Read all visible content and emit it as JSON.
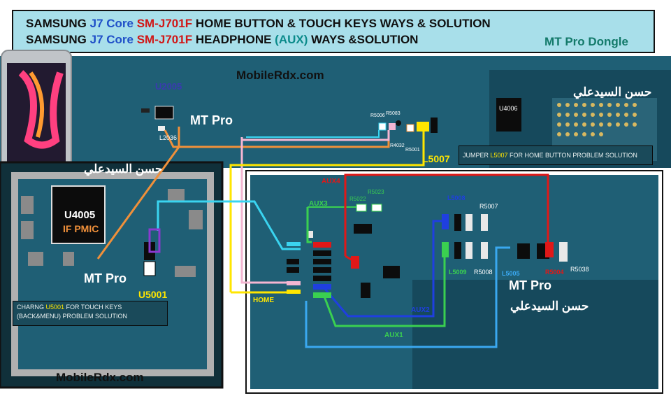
{
  "title_line1": {
    "prefix": "SAMSUNG ",
    "model": "J7 Core ",
    "code": "SM-J701F",
    "rest": " HOME BUTTON & TOUCH KEYS WAYS & SOLUTION"
  },
  "title_line2": {
    "prefix": "SAMSUNG ",
    "model": "J7 Core ",
    "code": "SM-J701F",
    "rest": " HEADPHONE ",
    "aux": "(AUX)",
    "tail": " WAYS &SOLUTION"
  },
  "brand": "MT Pro Dongle",
  "watermark": "MobileRdx.com",
  "mtpro": "MT Pro",
  "arabic_name": "حسن السيدعلي",
  "chips": {
    "u2005": "U2005",
    "u4006": "U4006",
    "u4005": "U4005",
    "if_pmic": "IF PMIC",
    "u5001": "U5001"
  },
  "parts": {
    "l2036": "L2036",
    "r5006": "R5006",
    "r5083": "R5083",
    "r4032": "R4032",
    "r5001": "R5001",
    "l5007": "L5007",
    "r5022": "R5022",
    "r5023": "R5023",
    "l5008": "L5008",
    "r5007": "R5007",
    "l5009": "L5009",
    "r5008": "R5008",
    "l5005": "L5005",
    "r5004": "R5004",
    "r5038": "R5038"
  },
  "nets": {
    "aux1": "AUX1",
    "aux2": "AUX2",
    "aux3": "AUX3",
    "aux4": "AUX4",
    "home": "HOME"
  },
  "note_home": {
    "pre": "JUMPER ",
    "part": "L5007",
    "post": " FOR HOME BUTTON PROBLEM SOLUTION"
  },
  "note_touch": {
    "pre": "CHARNG ",
    "part": "U5001",
    "post": " FOR TOUCH KEYS",
    "line2": "(BACK&MENU) PROBLEM SOLUTION"
  },
  "colors": {
    "banner": "#a8dfea",
    "board": "#1f5f75",
    "yellow": "#ffe600",
    "orange": "#f0903a",
    "pink": "#f4b6d2",
    "cyan": "#3ad4f0",
    "green": "#3ad050",
    "blue": "#1f3fe0",
    "red": "#e01818",
    "lightblue": "#3aa8f0"
  }
}
